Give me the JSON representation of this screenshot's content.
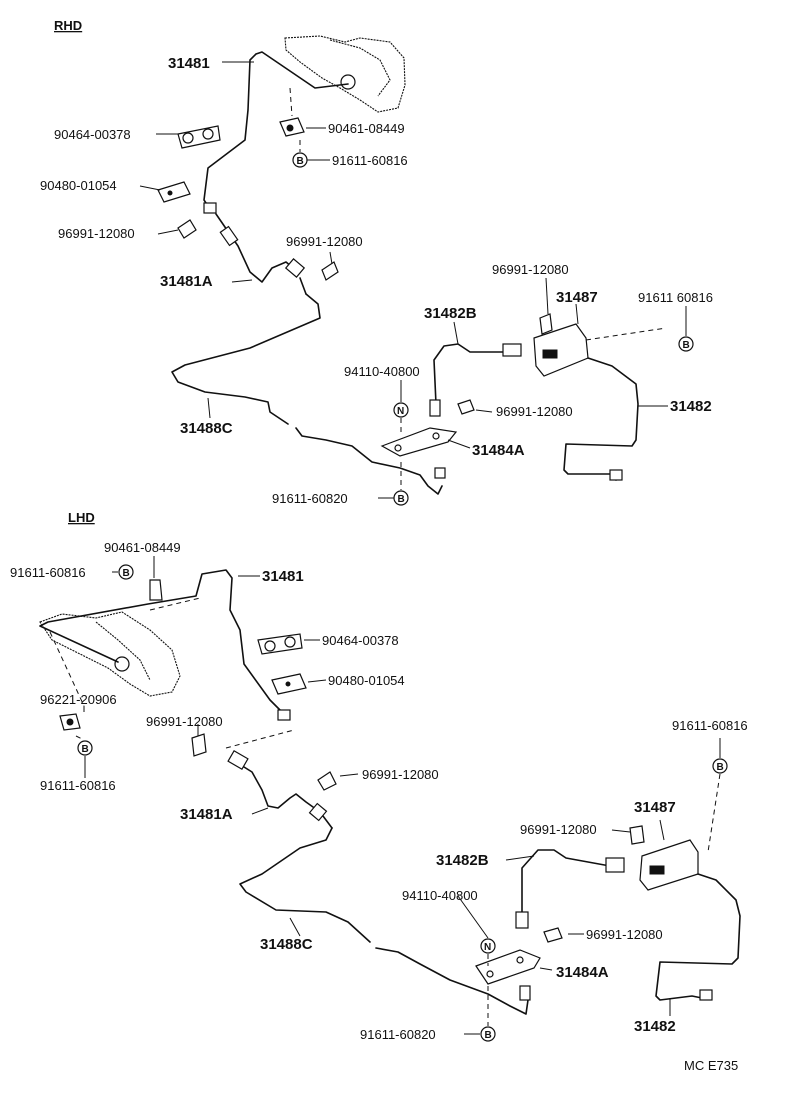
{
  "rhd": {
    "heading": "RHD",
    "p31481": "31481",
    "p90464": "90464-00378",
    "p90461": "90461-08449",
    "p91611_60816_a": "91611-60816",
    "p90480": "90480-01054",
    "p96991_a": "96991-12080",
    "p96991_b": "96991-12080",
    "p31481a": "31481A",
    "p96991_c": "96991-12080",
    "p31482b": "31482B",
    "p31487": "31487",
    "p91611_60816_b": "91611 60816",
    "p94110": "94110-40800",
    "p96991_d": "96991-12080",
    "p31482": "31482",
    "p31488c": "31488C",
    "p31484a": "31484A",
    "p91611_60820": "91611-60820"
  },
  "lhd": {
    "heading": "LHD",
    "p90461": "90461-08449",
    "p91611_60816_a": "91611-60816",
    "p31481": "31481",
    "p90464": "90464-00378",
    "p90480": "90480-01054",
    "p96221": "96221-20906",
    "p96991_a": "96991-12080",
    "p91611_60816_b": "91611-60816",
    "p96991_b": "96991-12080",
    "p31481a": "31481A",
    "p91611_60816_c": "91611-60816",
    "p31487": "31487",
    "p96991_c": "96991-12080",
    "p31482b": "31482B",
    "p94110": "94110-40800",
    "p96991_d": "96991-12080",
    "p31488c": "31488C",
    "p31484a": "31484A",
    "p31482": "31482",
    "p91611_60820": "91611-60820"
  },
  "symbols": {
    "bolt_b": "B",
    "nut_n": "N"
  },
  "footer_code": "MC E735"
}
